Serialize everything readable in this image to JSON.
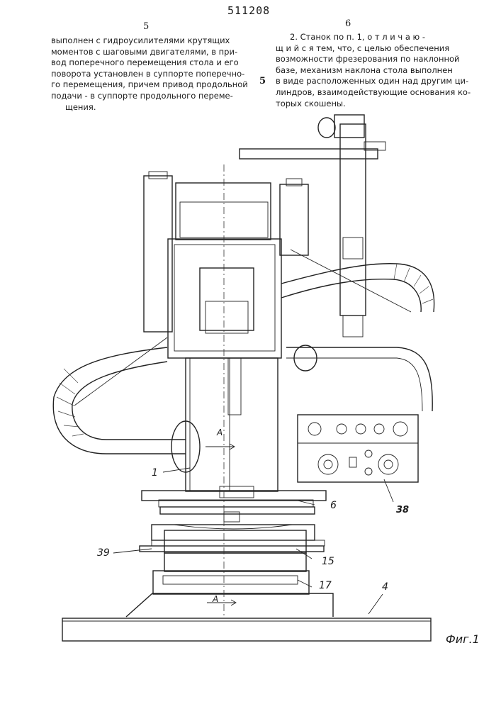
{
  "header": {
    "patent_number": "511208",
    "page_left": "5",
    "page_right": "6"
  },
  "left_column": {
    "lines": [
      "выполнен с гидроусилителями крутящих",
      "моментов с шаговыми двигателями, в при-",
      "вод поперечного перемещения стола и его",
      "поворота установлен в суппорте поперечно-",
      "го перемещения, причем привод продольной",
      "подачи - в суппорте продольного переме-",
      "щения."
    ]
  },
  "line_marker": "5",
  "right_column": {
    "lines": [
      "2. Станок по п. 1, о т л и ч а ю -",
      "щ и й с я  тем, что, с целью обеспечения",
      "возможности фрезерования по наклонной",
      "базе, механизм наклона стола выполнен",
      "в виде расположенных один над другим ци-",
      "линдров, взаимодействующие основания ко-",
      "торых скошены."
    ]
  },
  "figure": {
    "caption": "Фиг.1",
    "labels": {
      "l1": "1",
      "l4": "4",
      "l6": "6",
      "l15": "15",
      "l17": "17",
      "l38": "38",
      "l39": "39",
      "section_top": "A",
      "section_bottom": "A"
    }
  }
}
